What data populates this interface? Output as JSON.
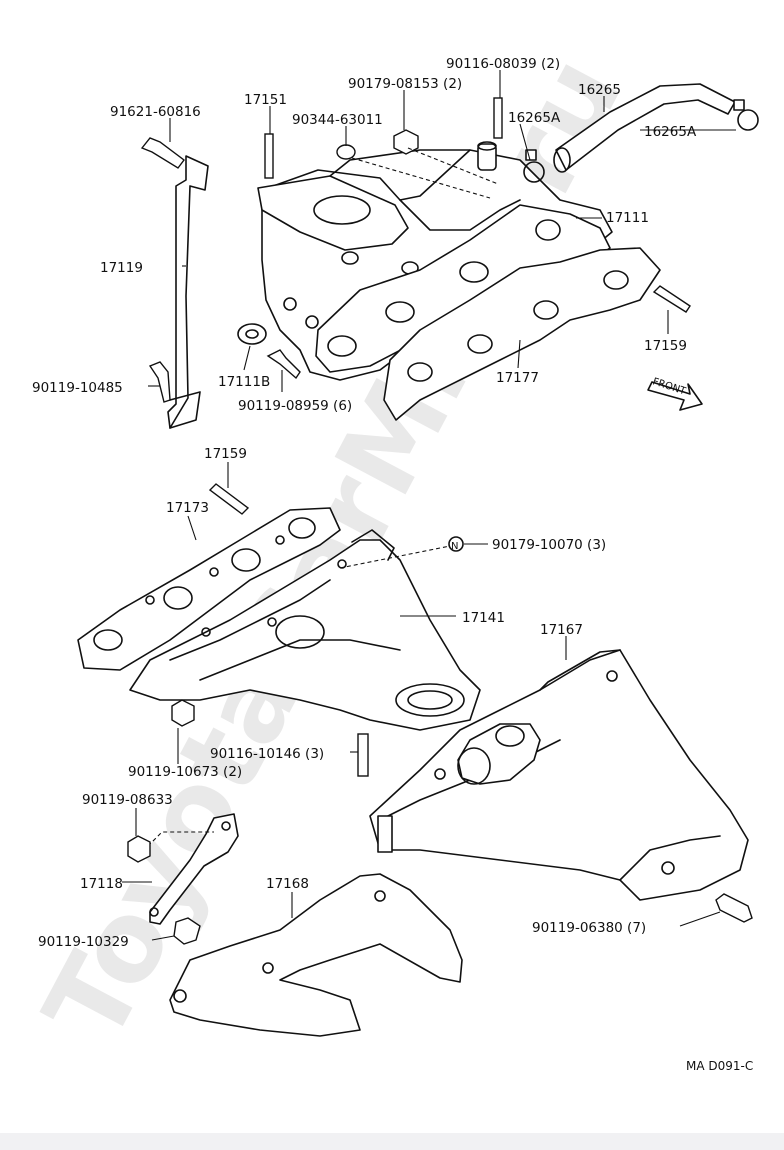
{
  "watermark": "ToyotaCarMine.ru",
  "figure_code": "MA D091-C",
  "front_label": "FRONT",
  "callouts": {
    "c91621_60816": "91621-60816",
    "c17151": "17151",
    "c90344_63011": "90344-63011",
    "c90179_08153": "90179-08153 (2)",
    "c90116_08039": "90116-08039 (2)",
    "c16265": "16265",
    "c16265A_a": "16265A",
    "c16265A_b": "16265A",
    "c17111": "17111",
    "c17119": "17119",
    "c17159_a": "17159",
    "c17111B": "17111B",
    "c90119_10485": "90119-10485",
    "c90119_08959": "90119-08959 (6)",
    "c17177": "17177",
    "c17159_b": "17159",
    "c17173": "17173",
    "c90179_10070": "90179-10070 (3)",
    "c17141": "17141",
    "c17167": "17167",
    "c90116_10146": "90116-10146 (3)",
    "c90119_10673": "90119-10673 (2)",
    "c90119_08633": "90119-08633",
    "c17118": "17118",
    "c17168": "17168",
    "c90119_10329": "90119-10329",
    "c90119_06380": "90119-06380 (7)"
  },
  "nut_marker": "N"
}
